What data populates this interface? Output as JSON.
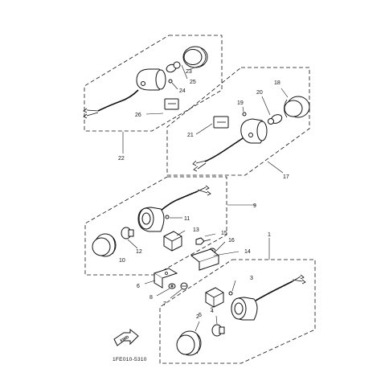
{
  "labels": {
    "p1": "1",
    "p2": "2",
    "p3": "3",
    "p4": "4",
    "p5": "5",
    "p6": "6",
    "p7": "7",
    "p8": "8",
    "p9": "9",
    "p10": "10",
    "p11": "11",
    "p12": "12",
    "p13": "13",
    "p14": "14",
    "p15": "15",
    "p16": "16",
    "p17": "17",
    "p18": "18",
    "p19": "19",
    "p20": "20",
    "p21": "21",
    "p22": "22",
    "p23": "23",
    "p24": "24",
    "p25": "25",
    "p26": "26"
  },
  "footer": {
    "code": "1FE010-5310",
    "arrow_text": "FWD"
  }
}
